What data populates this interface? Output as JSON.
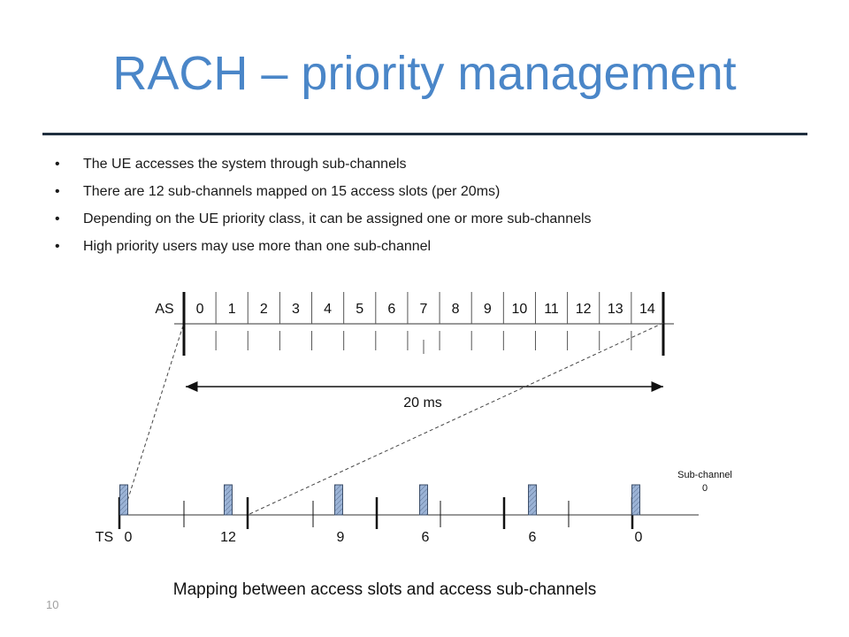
{
  "title": "RACH – priority management",
  "bullets": [
    "The UE accesses the system through sub-channels",
    "There are 12 sub-channels mapped on 15 access slots (per 20ms)",
    "Depending on the UE priority class, it can be assigned one or more sub-channels",
    "High priority users may use more than one sub-channel"
  ],
  "bullet_glyph": "•",
  "diagram": {
    "as_label": "AS",
    "as_slots": [
      "0",
      "1",
      "2",
      "3",
      "4",
      "5",
      "6",
      "7",
      "8",
      "9",
      "10",
      "11",
      "12",
      "13",
      "14"
    ],
    "duration_label": "20 ms",
    "subchannel_label_line1": "Sub-channel",
    "subchannel_label_line2": "0",
    "ts_label": "TS",
    "ts_values": [
      "0",
      "12",
      "9",
      "6",
      "6",
      "0"
    ]
  },
  "caption": "Mapping between access slots and access sub-channels",
  "page_number": "10",
  "colors": {
    "title": "#4a86c8",
    "slot_fill": "#9bb3d6"
  }
}
